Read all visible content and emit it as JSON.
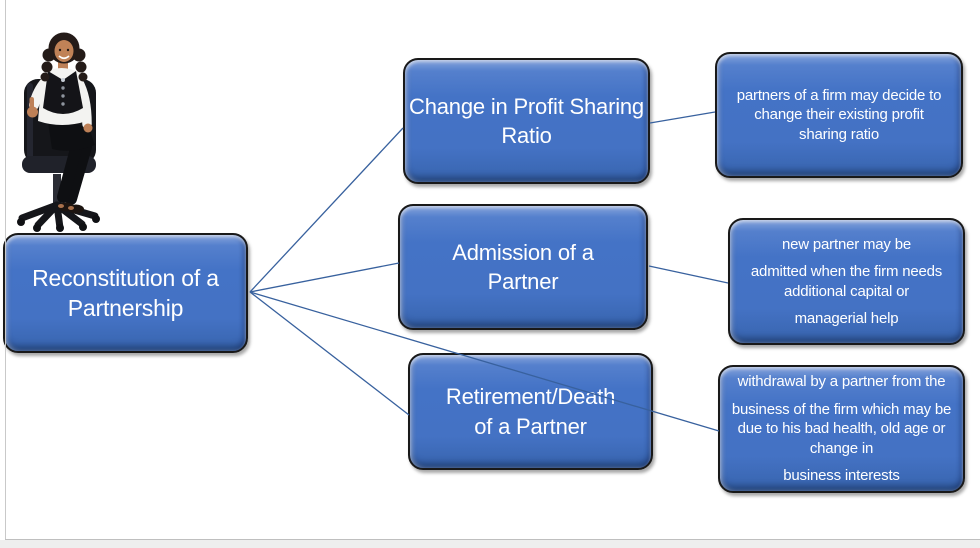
{
  "slide": {
    "background": "#ffffff",
    "footer_color": "#eeeeee",
    "border_color": "#c9c9c9"
  },
  "colors": {
    "node_fill": "#4472c4",
    "node_highlight": "#86a4dc",
    "node_border": "#191919",
    "node_text": "#ffffff",
    "connector": "#38619e"
  },
  "illustration": {
    "name": "woman-sitting-office-chair-thumbs-up"
  },
  "root": {
    "label": "Reconstitution of a Partnership"
  },
  "branches": [
    {
      "label": "Change in Profit Sharing Ratio",
      "description_paragraphs": [
        "partners of a firm may decide to change their existing profit sharing ratio"
      ]
    },
    {
      "label": "Admission of a Partner",
      "description_paragraphs": [
        "new partner may be",
        "admitted when the firm needs additional capital or",
        "managerial help"
      ]
    },
    {
      "label": "Retirement/Death of a Partner",
      "description_paragraphs": [
        "withdrawal by a partner from the",
        "business of the firm which may be due to his bad health, old age or change in",
        "business interests"
      ]
    }
  ]
}
